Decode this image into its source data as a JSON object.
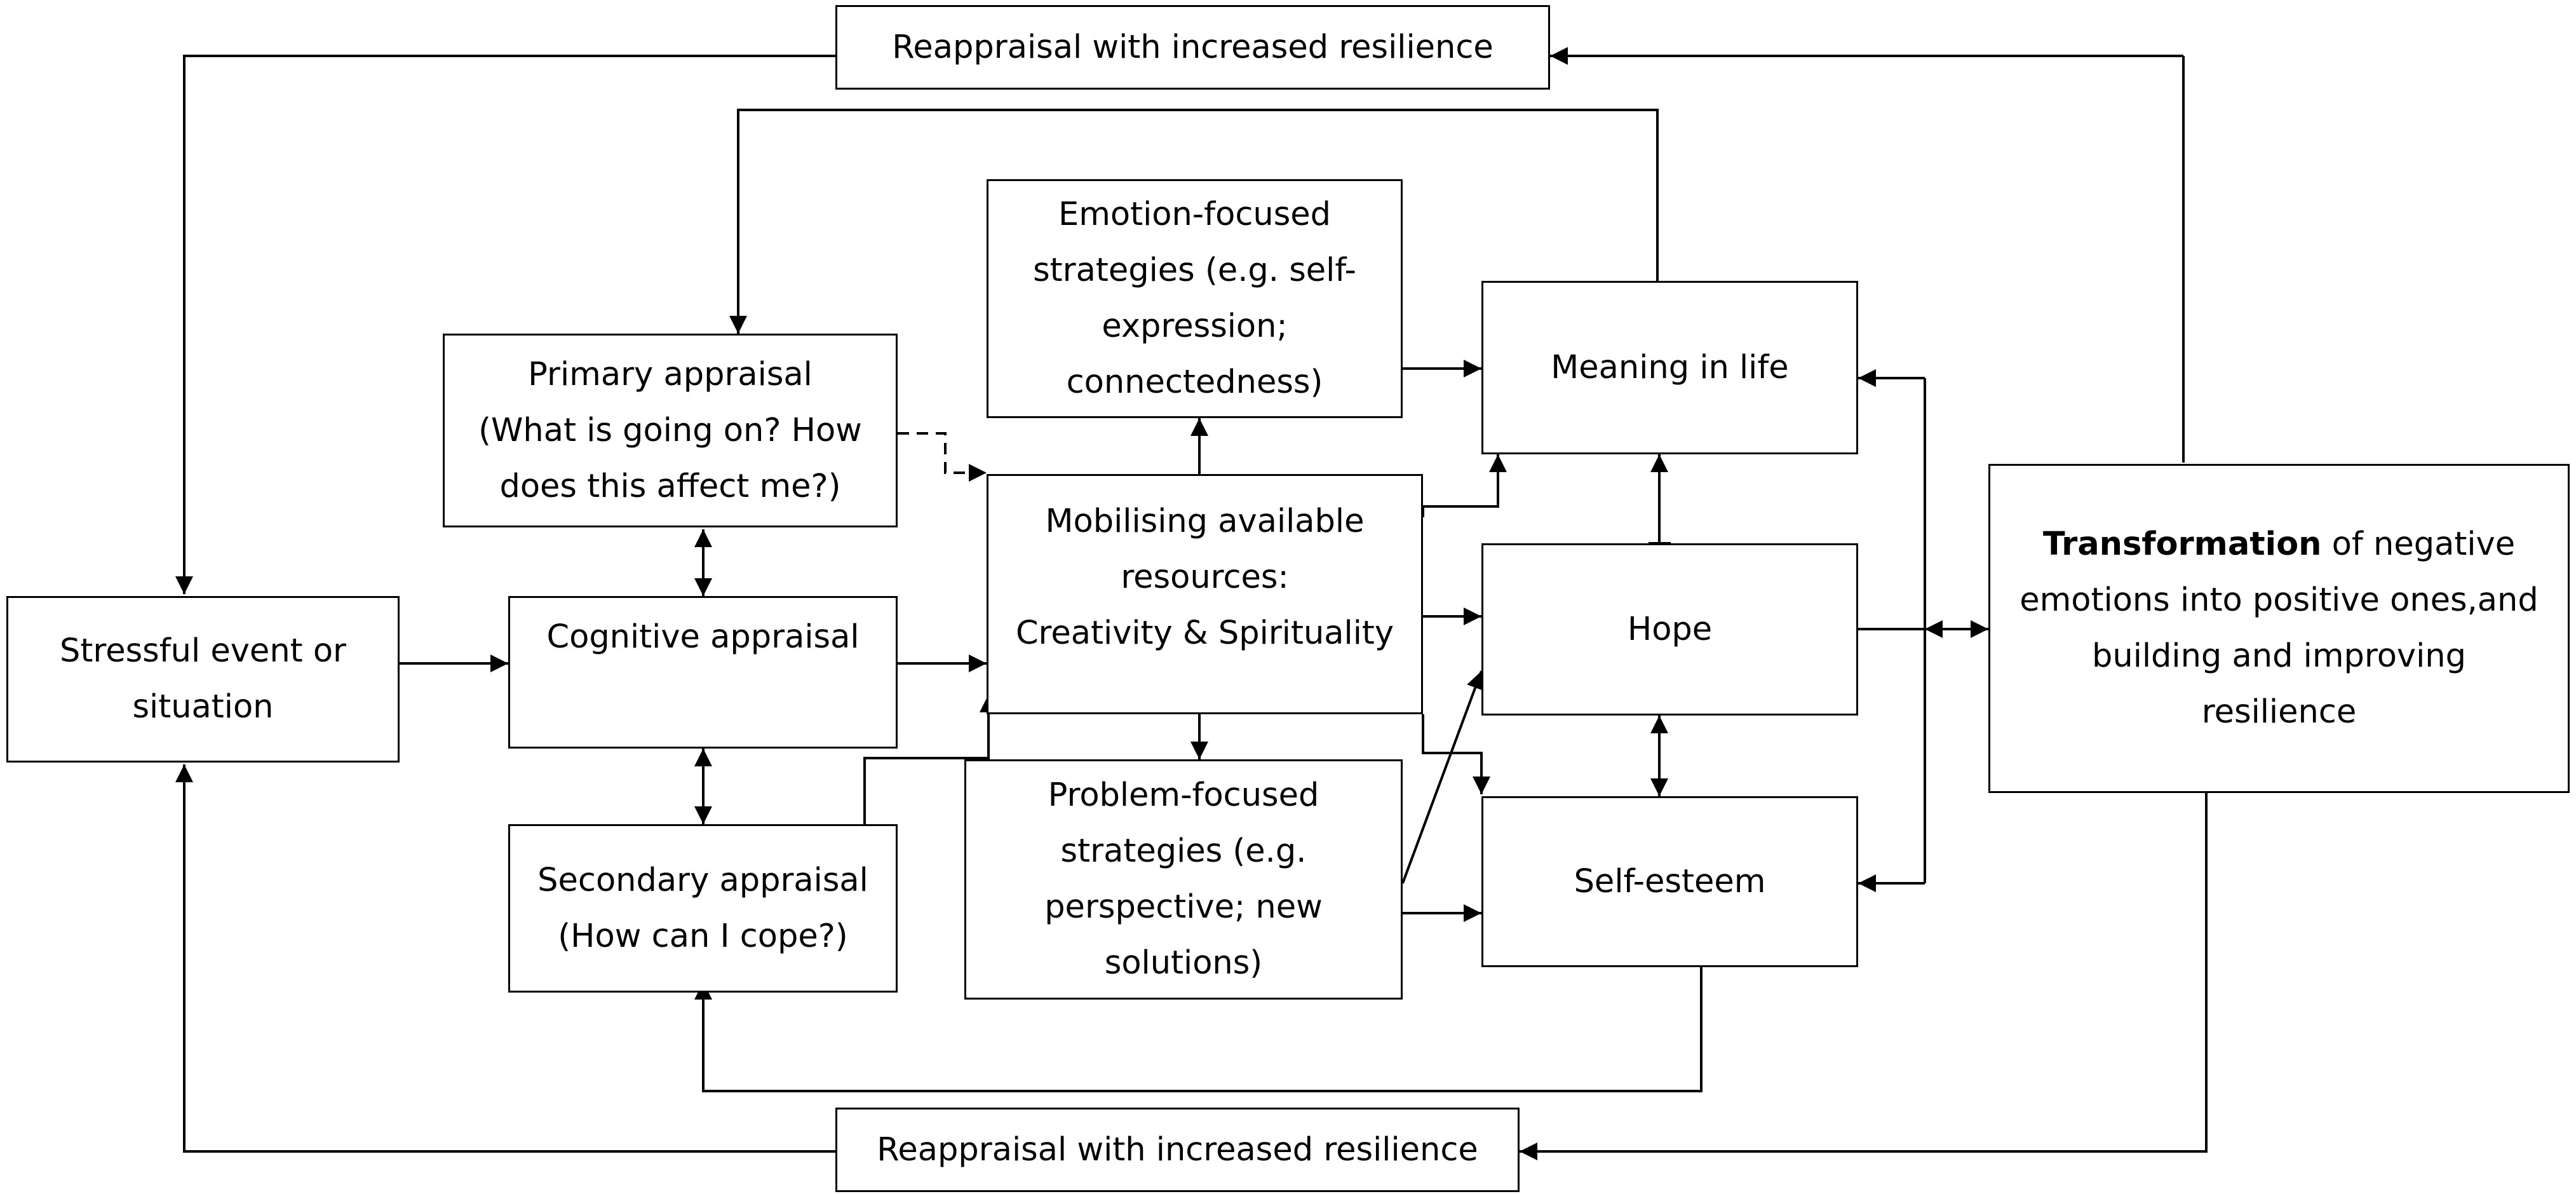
{
  "reappraisal_top": "Reappraisal with increased resilience",
  "reappraisal_bottom": "Reappraisal with increased resilience",
  "stressful": {
    "l1": "Stressful event or",
    "l2": "situation"
  },
  "primary": {
    "l1": "Primary appraisal",
    "l2": "(What is going on? How",
    "l3": "does this affect me?)"
  },
  "cognitive": {
    "l1": "Cognitive appraisal"
  },
  "secondary": {
    "l1": "Secondary appraisal",
    "l2": "(How can I cope?)"
  },
  "emotion": {
    "l1": "Emotion-focused",
    "l2": "strategies (e.g. self-",
    "l3": "expression;",
    "l4": "connectedness)"
  },
  "mobilising": {
    "l1": "Mobilising available",
    "l2": "resources:",
    "l3": "Creativity & Spirituality"
  },
  "problem": {
    "l1": "Problem-focused",
    "l2": "strategies (e.g.",
    "l3": "perspective; new",
    "l4": "solutions)"
  },
  "meaning": "Meaning in life",
  "hope": "Hope",
  "selfesteem": "Self-esteem",
  "transformation": {
    "bold": "Transformation",
    "rest": " of negative",
    "l2": "emotions into positive ones,and",
    "l3": "building and improving",
    "l4": "resilience"
  }
}
